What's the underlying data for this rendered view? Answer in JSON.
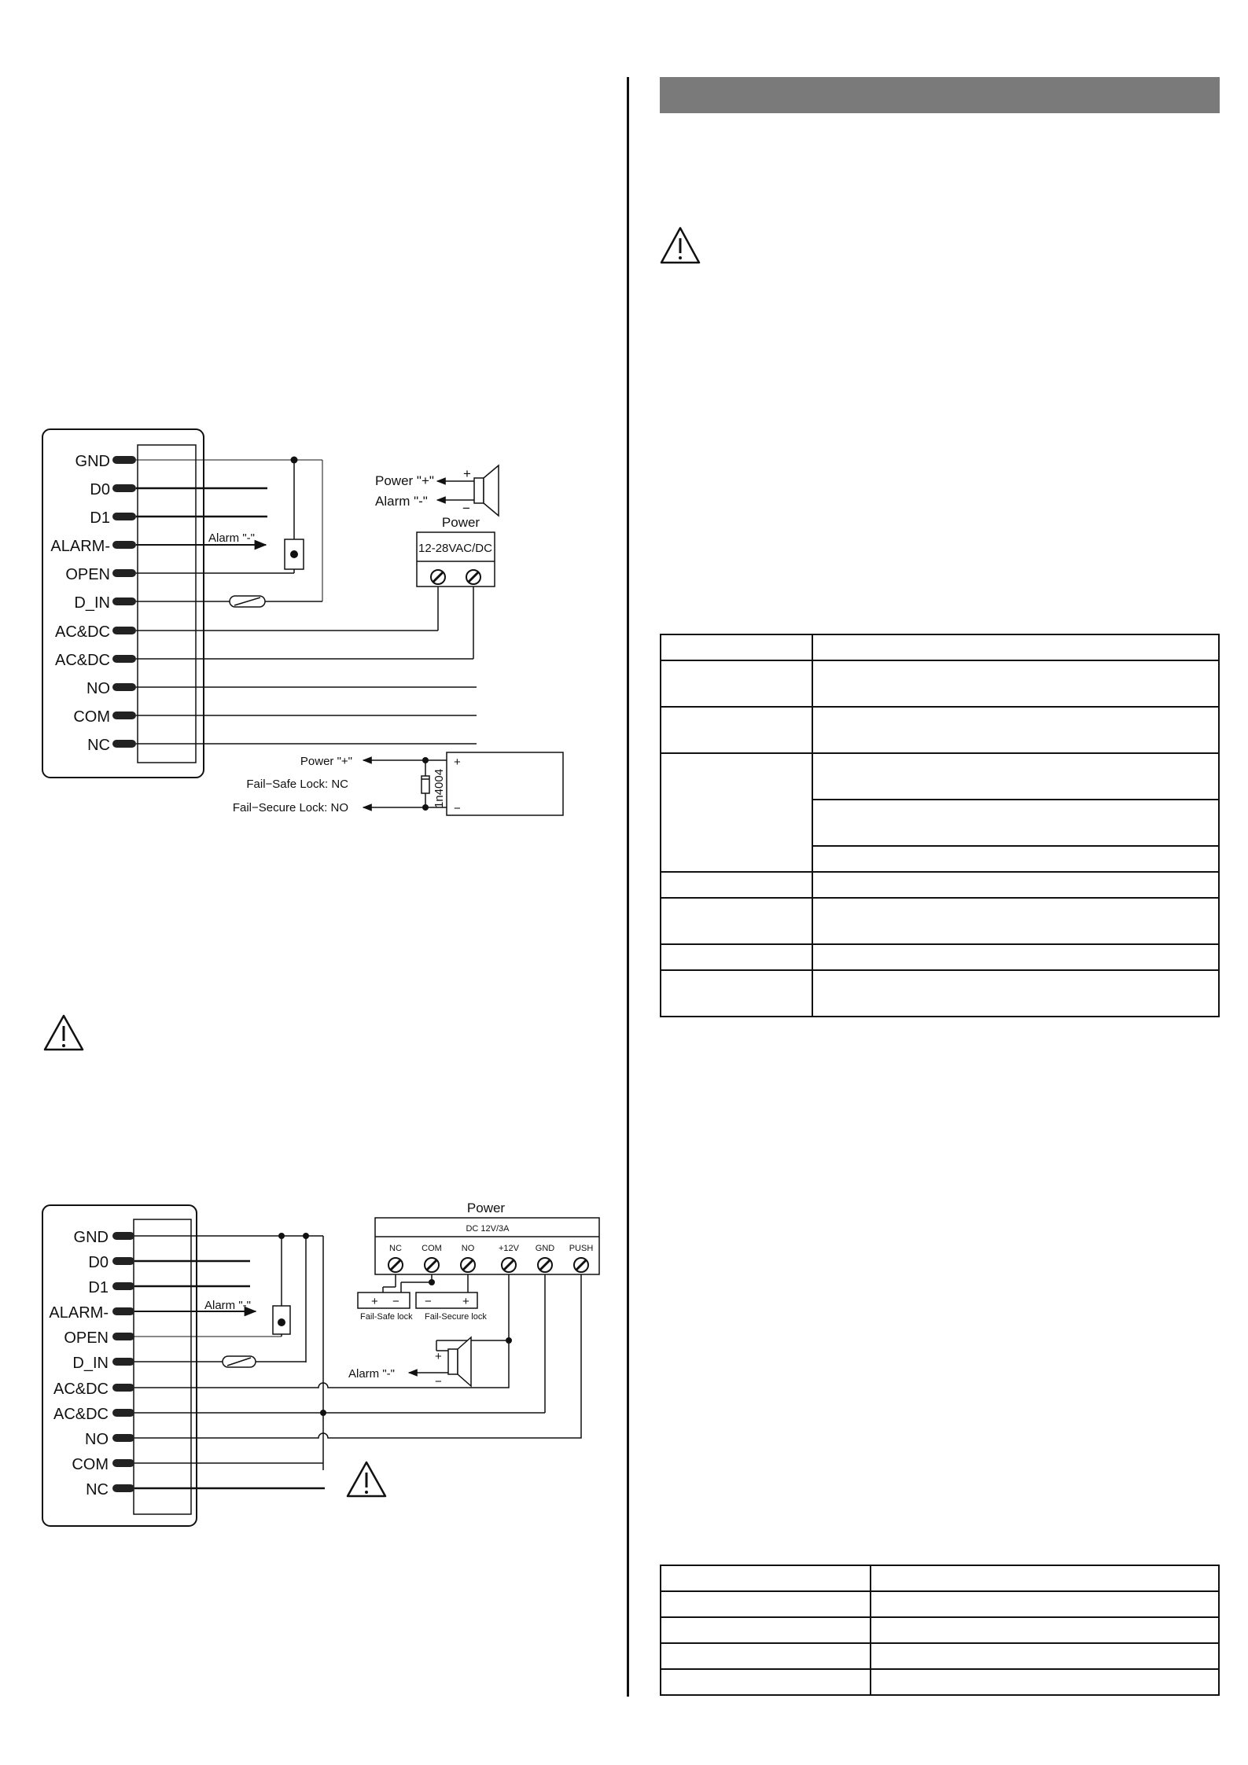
{
  "diagram1": {
    "pins": [
      "GND",
      "D0",
      "D1",
      "ALARM-",
      "OPEN",
      "D_IN",
      "AC&DC",
      "AC&DC",
      "NO",
      "COM",
      "NC"
    ],
    "alarm_label": "Alarm \"-\"",
    "speaker_power_label": "Power \"+\"",
    "speaker_alarm_label": "Alarm \"-\"",
    "speaker_plus": "+",
    "speaker_minus": "−",
    "power_title": "Power",
    "power_rating": "12-28VAC/DC",
    "lock_power_label": "Power \"+\"",
    "failsafe_label": "Fail−Safe Lock: NC",
    "failsecure_label": "Fail−Secure Lock: NO",
    "diode_label": "1n4004",
    "lock_plus": "+",
    "lock_minus": "−"
  },
  "diagram2": {
    "pins": [
      "GND",
      "D0",
      "D1",
      "ALARM-",
      "OPEN",
      "D_IN",
      "AC&DC",
      "AC&DC",
      "NO",
      "COM",
      "NC"
    ],
    "alarm_label": "Alarm \"-\"",
    "power_title": "Power",
    "power_rating": "DC 12V/3A",
    "terminals": [
      "NC",
      "COM",
      "NO",
      "+12V",
      "GND",
      "PUSH"
    ],
    "failsafe_label": "Fail-Safe lock",
    "failsecure_label": "Fail-Secure lock",
    "speaker_alarm_label": "Alarm \"-\"",
    "speaker_plus": "+",
    "speaker_minus": "−",
    "lock_plus": "+",
    "lock_minus": "−"
  },
  "icons": [
    "warning-icon",
    "warning-icon",
    "warning-icon"
  ]
}
